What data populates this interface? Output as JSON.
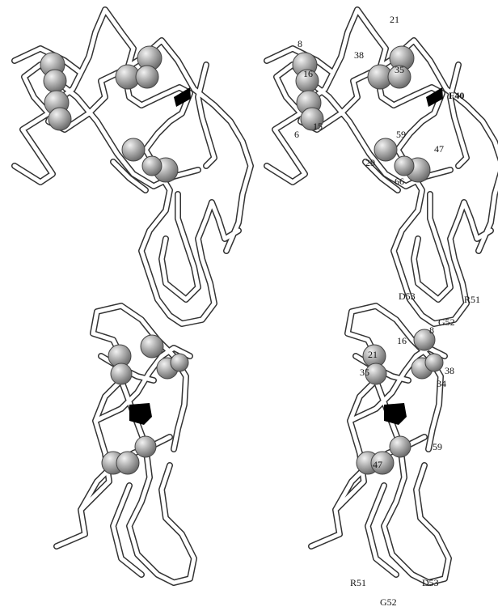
{
  "figure": {
    "panels": [
      {
        "id": "top-left",
        "labels": []
      },
      {
        "id": "top-right",
        "labels": [
          "8",
          "16",
          "6",
          "15",
          "21",
          "38",
          "35",
          "F40",
          "59",
          "47",
          "29",
          "66",
          "D53",
          "R51",
          "G52"
        ]
      },
      {
        "id": "bottom-left",
        "labels": []
      },
      {
        "id": "bottom-right",
        "labels": [
          "16",
          "8",
          "21",
          "35",
          "38",
          "34",
          "59",
          "47",
          "R51",
          "D53",
          "G52"
        ]
      }
    ]
  },
  "labels": {
    "tr_8": "8",
    "tr_16": "16",
    "tr_6": "6",
    "tr_15": "15",
    "tr_21": "21",
    "tr_38": "38",
    "tr_35": "35",
    "tr_F40": "F40",
    "tr_59": "59",
    "tr_47": "47",
    "tr_29": "29",
    "tr_66": "66",
    "tr_D53": "D53",
    "tr_R51": "R51",
    "tr_G52": "G52",
    "br_16": "16",
    "br_8": "8",
    "br_21": "21",
    "br_35": "35",
    "br_38": "38",
    "br_34": "34",
    "br_59": "59",
    "br_47": "47",
    "br_R51": "R51",
    "br_D53": "D53",
    "br_G52": "G52"
  },
  "colors": {
    "tube_outline": "#333333",
    "tube_fill": "#ffffff",
    "sphere": "#8a8a8a",
    "highlight": "#000000"
  }
}
